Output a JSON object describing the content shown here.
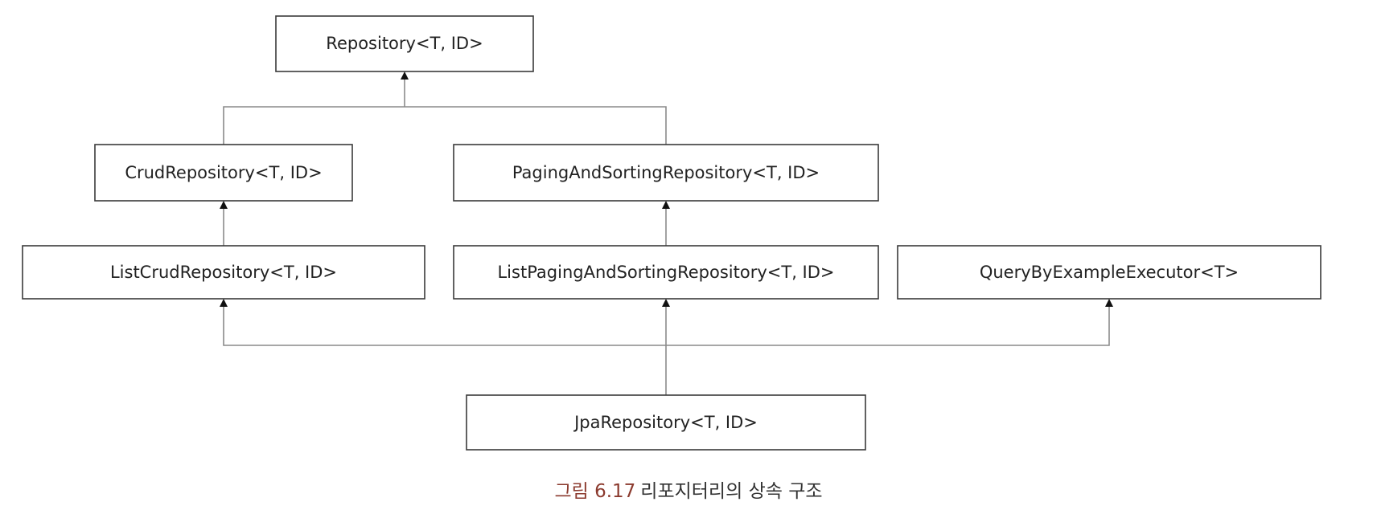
{
  "diagram": {
    "nodes": {
      "repository": "Repository<T, ID>",
      "crud": "CrudRepository<T, ID>",
      "paging": "PagingAndSortingRepository<T, ID>",
      "list_crud": "ListCrudRepository<T, ID>",
      "list_paging": "ListPagingAndSortingRepository<T, ID>",
      "query_by_example": "QueryByExampleExecutor<T>",
      "jpa": "JpaRepository<T, ID>"
    },
    "edges": [
      {
        "from": "crud",
        "to": "repository"
      },
      {
        "from": "paging",
        "to": "repository"
      },
      {
        "from": "list_crud",
        "to": "crud"
      },
      {
        "from": "list_paging",
        "to": "paging"
      },
      {
        "from": "jpa",
        "to": "list_crud"
      },
      {
        "from": "jpa",
        "to": "list_paging"
      },
      {
        "from": "jpa",
        "to": "query_by_example"
      }
    ]
  },
  "caption": {
    "number": "그림 6.17",
    "text": "리포지터리의 상속 구조"
  }
}
